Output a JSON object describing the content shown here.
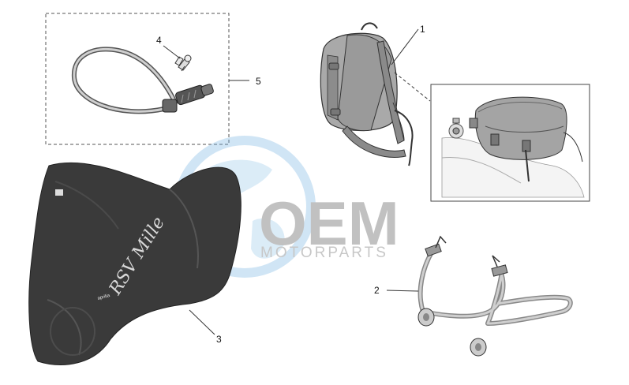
{
  "callouts": {
    "c1": "1",
    "c2": "2",
    "c3": "3",
    "c4": "4",
    "c5": "5"
  },
  "watermark": {
    "logo": "OEM",
    "text": "MOTORPARTS"
  },
  "cover": {
    "script_text": "RSV Mille",
    "brand_text": "aprilia"
  },
  "colors": {
    "watermark_blue": "#6fb1e0",
    "watermark_gray": "#8f8f8f",
    "cover_dark": "#3a3a3a",
    "line": "#333333"
  }
}
